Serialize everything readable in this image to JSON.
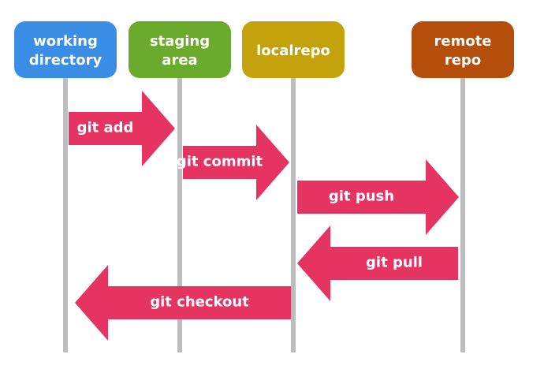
{
  "colors": {
    "arrow": "#e63462",
    "lifeline": "#bdbdbd",
    "text": "#ffffff"
  },
  "nodes": [
    {
      "id": "working-directory",
      "lines": [
        "working",
        "directory"
      ],
      "color": "#3a8ee6"
    },
    {
      "id": "staging-area",
      "lines": [
        "staging",
        "area"
      ],
      "color": "#6aab2e"
    },
    {
      "id": "localrepo",
      "lines": [
        "localrepo"
      ],
      "color": "#c4a20c"
    },
    {
      "id": "remote-repo",
      "lines": [
        "remote",
        "repo"
      ],
      "color": "#b54e0a"
    }
  ],
  "arrows": [
    {
      "id": "git-add",
      "label": "git add",
      "from": "working-directory",
      "to": "staging-area"
    },
    {
      "id": "git-commit",
      "label": "git commit",
      "from": "staging-area",
      "to": "localrepo"
    },
    {
      "id": "git-push",
      "label": "git push",
      "from": "localrepo",
      "to": "remote-repo"
    },
    {
      "id": "git-pull",
      "label": "git pull",
      "from": "remote-repo",
      "to": "localrepo"
    },
    {
      "id": "git-checkout",
      "label": "git checkout",
      "from": "localrepo",
      "to": "working-directory"
    }
  ]
}
